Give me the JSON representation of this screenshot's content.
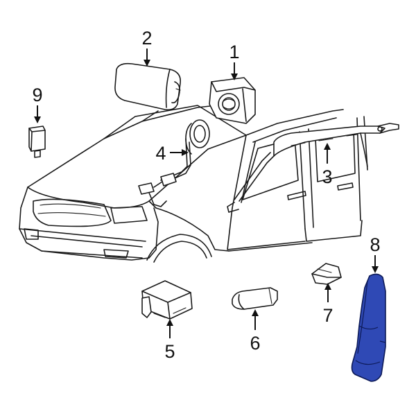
{
  "diagram": {
    "callouts": [
      {
        "id": "1",
        "label": "1"
      },
      {
        "id": "2",
        "label": "2"
      },
      {
        "id": "3",
        "label": "3"
      },
      {
        "id": "4",
        "label": "4"
      },
      {
        "id": "5",
        "label": "5"
      },
      {
        "id": "6",
        "label": "6"
      },
      {
        "id": "7",
        "label": "7"
      },
      {
        "id": "8",
        "label": "8"
      },
      {
        "id": "9",
        "label": "9"
      }
    ],
    "highlight_color": "#2f49b5",
    "line_color": "#1a1a1a"
  }
}
